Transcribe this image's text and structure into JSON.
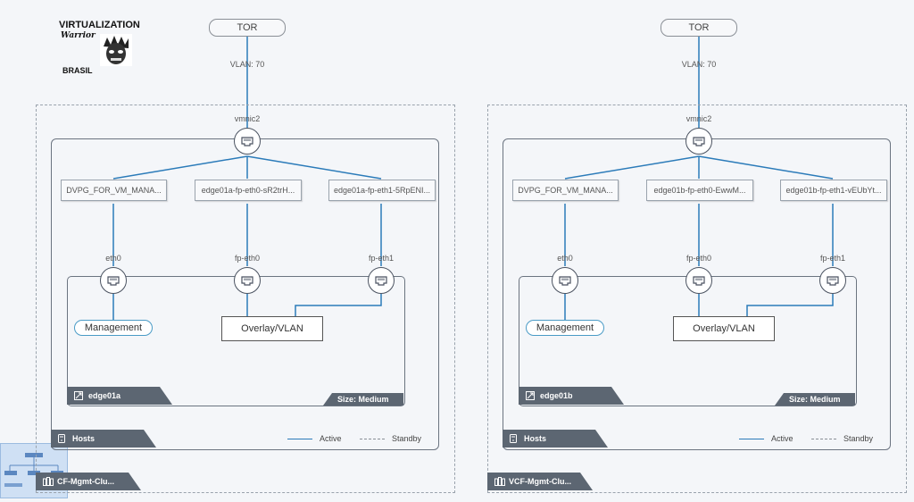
{
  "logo": {
    "line1": "VIRTUALIZATION",
    "line2": "Warrior",
    "line3": "BRASIL"
  },
  "panels": [
    {
      "tor": "TOR",
      "vlan": "VLAN: 70",
      "uplink": "vmnic2",
      "portgroups": [
        "DVPG_FOR_VM_MANA...",
        "edge01a-fp-eth0-sR2trH...",
        "edge01a-fp-eth1-5RpENI..."
      ],
      "interfaces": [
        "eth0",
        "fp-eth0",
        "fp-eth1"
      ],
      "management": "Management",
      "overlay": "Overlay/VLAN",
      "edge_name": "edge01a",
      "size": "Size: Medium",
      "hosts": "Hosts",
      "cluster": "CF-Mgmt-Clu..."
    },
    {
      "tor": "TOR",
      "vlan": "VLAN: 70",
      "uplink": "vmnic2",
      "portgroups": [
        "DVPG_FOR_VM_MANA...",
        "edge01b-fp-eth0-EwwM...",
        "edge01b-fp-eth1-vEUbYt..."
      ],
      "interfaces": [
        "eth0",
        "fp-eth0",
        "fp-eth1"
      ],
      "management": "Management",
      "overlay": "Overlay/VLAN",
      "edge_name": "edge01b",
      "size": "Size: Medium",
      "hosts": "Hosts",
      "cluster": "VCF-Mgmt-Clu..."
    }
  ],
  "legend": {
    "active": "Active",
    "standby": "Standby"
  },
  "colors": {
    "active": "#2b7bb9",
    "tab": "#5c6672",
    "accent_pill": "#4a9bc6"
  },
  "icons": [
    "ethernet-port-icon",
    "edge-icon",
    "host-icon",
    "cluster-icon"
  ]
}
